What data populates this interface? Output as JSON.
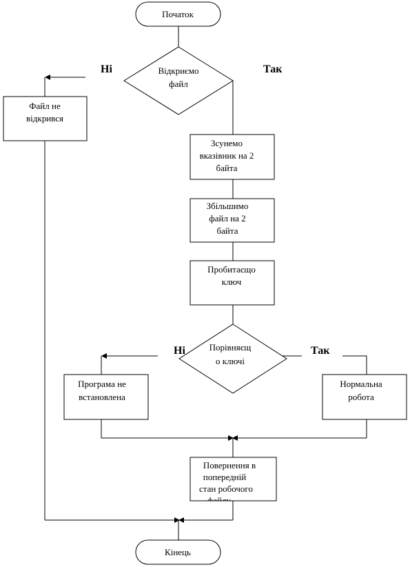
{
  "flowchart": {
    "start": "Початок",
    "end": "Кінець",
    "decision1": {
      "line1": "Відкриємо",
      "line2": "файл",
      "no": "Ні",
      "yes": "Так"
    },
    "file_not_opened": {
      "line1": "Файл не",
      "line2": "відкрився"
    },
    "shift_pointer": {
      "line1": "Зсунемо",
      "line2": "вказівник  на 2",
      "line3": "байта"
    },
    "enlarge_file": {
      "line1": "Збільшимо",
      "line2": "файл на 2",
      "line3": "байта"
    },
    "write_key": {
      "line1": "Пробитаєщо",
      "line2": "ключ"
    },
    "decision2": {
      "line1": "Порівняєщ",
      "line2": "о ключі",
      "no": "Ні",
      "yes": "Так"
    },
    "program_not_installed": {
      "line1": "Програма не",
      "line2": "встановлена"
    },
    "normal_work": {
      "line1": "Нормальна",
      "line2": "робота"
    },
    "restore": {
      "line1": "Повернення   в",
      "line2": "попередній",
      "line3": "стан  робочого",
      "line4": "файлу"
    }
  }
}
